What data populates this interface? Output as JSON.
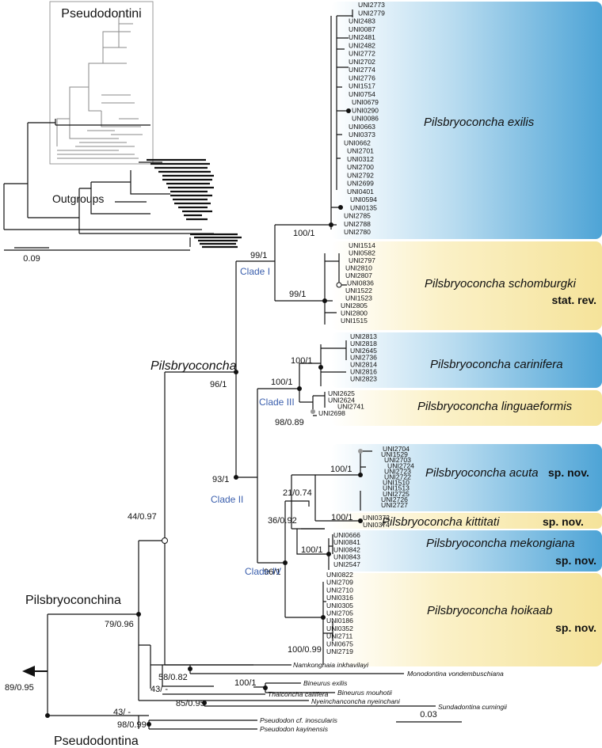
{
  "colors": {
    "blue_band": "#5aaad8",
    "yellow_band": "#f6e7a4",
    "clade_label": "#3b5fad"
  },
  "inset": {
    "title": "Pseudodontini"
  },
  "outgroups_label": "Outgroups",
  "scale_bars": {
    "left": "0.09",
    "right": "0.03"
  },
  "groups": {
    "pilsbryoconcha": "Pilsbryoconcha",
    "pilsbryoconchina": "Pilsbryoconchina",
    "pseudodontina": "Pseudodontina"
  },
  "clades": {
    "clade1": "Clade I",
    "clade2": "Clade II",
    "clade3": "Clade III",
    "clade4": "Clade IV"
  },
  "species": {
    "exilis": {
      "name": "Pilsbryoconcha exilis",
      "tag": ""
    },
    "schomburgki": {
      "name": "Pilsbryoconcha schomburgki",
      "tag": "stat. rev."
    },
    "carinifera": {
      "name": "Pilsbryoconcha carinifera",
      "tag": ""
    },
    "linguaeformis": {
      "name": "Pilsbryoconcha linguaeformis",
      "tag": ""
    },
    "acuta": {
      "name": "Pilsbryoconcha acuta",
      "tag": "sp. nov."
    },
    "kittitati": {
      "name": "Pilsbryoconcha kittitati",
      "tag": "sp. nov."
    },
    "mekongiana": {
      "name": "Pilsbryoconcha mekongiana",
      "tag": "sp. nov."
    },
    "hoikaab": {
      "name": "Pilsbryoconcha hoikaab",
      "tag": "sp. nov."
    }
  },
  "tips": {
    "exilis": [
      "UNI2773",
      "UNI2779",
      "UNI2483",
      "UNI0087",
      "UNI2481",
      "UNI2482",
      "UNI2772",
      "UNI2702",
      "UNI2774",
      "UNI2776",
      "UNI1517",
      "UNI0754",
      "UNI0679",
      "UNI0290",
      "UNI0086",
      "UNI0663",
      "UNI0373",
      "UNI0662",
      "UNI2701",
      "UNI0312",
      "UNI2700",
      "UNI2792",
      "UNI2699",
      "UNI0401",
      "UNI0594",
      "UNI0135",
      "UNI2785",
      "UNI2788",
      "UNI2780"
    ],
    "schomburgki": [
      "UNI1514",
      "UNI0582",
      "UNI2797",
      "UNI2810",
      "UNI2807",
      "UNI0836",
      "UNI1522",
      "UNI1523",
      "UNI2805",
      "UNI2800",
      "UNI1515"
    ],
    "carinifera": [
      "UNI2813",
      "UNI2818",
      "UNI2645",
      "UNI2736",
      "UNI2814",
      "UNI2816",
      "UNI2823"
    ],
    "linguaeformis": [
      "UNI2625",
      "UNI2624",
      "UNI2741",
      "UNI2698"
    ],
    "acuta": [
      "UNI2704",
      "UNI1529",
      "UNI2703",
      "UNI2724",
      "UNI2723",
      "UNI2722",
      "UNI1510",
      "UNI1513",
      "UNI2725",
      "UNI2726",
      "UNI2727"
    ],
    "kittitati": [
      "UNI0372",
      "UNI0374"
    ],
    "mekongiana": [
      "UNI0666",
      "UNI0841",
      "UNI0842",
      "UNI0843",
      "UNI2547"
    ],
    "hoikaab": [
      "UNI0822",
      "UNI2709",
      "UNI2710",
      "UNI0316",
      "UNI0305",
      "UNI2705",
      "UNI0186",
      "UNI0352",
      "UNI2711",
      "UNI0675",
      "UNI2719"
    ],
    "other": [
      "Namkongnaia inkhavilayi",
      "Monodontina vondembuschiana",
      "Bineurus exilis",
      "Bineurus mouhotii",
      "Thaiconcha callifera",
      "Nyeinchanconcha nyeinchani",
      "Sundadontina cumingii",
      "Pseudodon cf. inoscularis",
      "Pseudodon kayinensis"
    ]
  },
  "support": {
    "exilis": "100/1",
    "exilis_schomburgki": "99/1",
    "schomburgki": "99/1",
    "pilsbryoconcha": "96/1",
    "carinifera": "100/1",
    "clade3": "100/1",
    "linguaeformis": "98/0.89",
    "clade2": "93/1",
    "acuta": "100/1",
    "acuta_kittitati": "21/0.74",
    "kittitati": "100/1",
    "clade4_inner": "36/0.92",
    "mekongiana": "100/1",
    "clade4": "96/1",
    "hoikaab": "100/0.99",
    "pilsbryoconchina_inner": "44/0.97",
    "pilsbryoconchina": "79/0.96",
    "namkongnaia_monodontina": "58/0.82",
    "bineurus": "100/1",
    "bineurus_thaiconcha": "43/ -",
    "nyein_sunda": "85/0.95",
    "lower_group": "43/ -",
    "pseudodon": "98/0.99",
    "root": "89/0.95"
  }
}
